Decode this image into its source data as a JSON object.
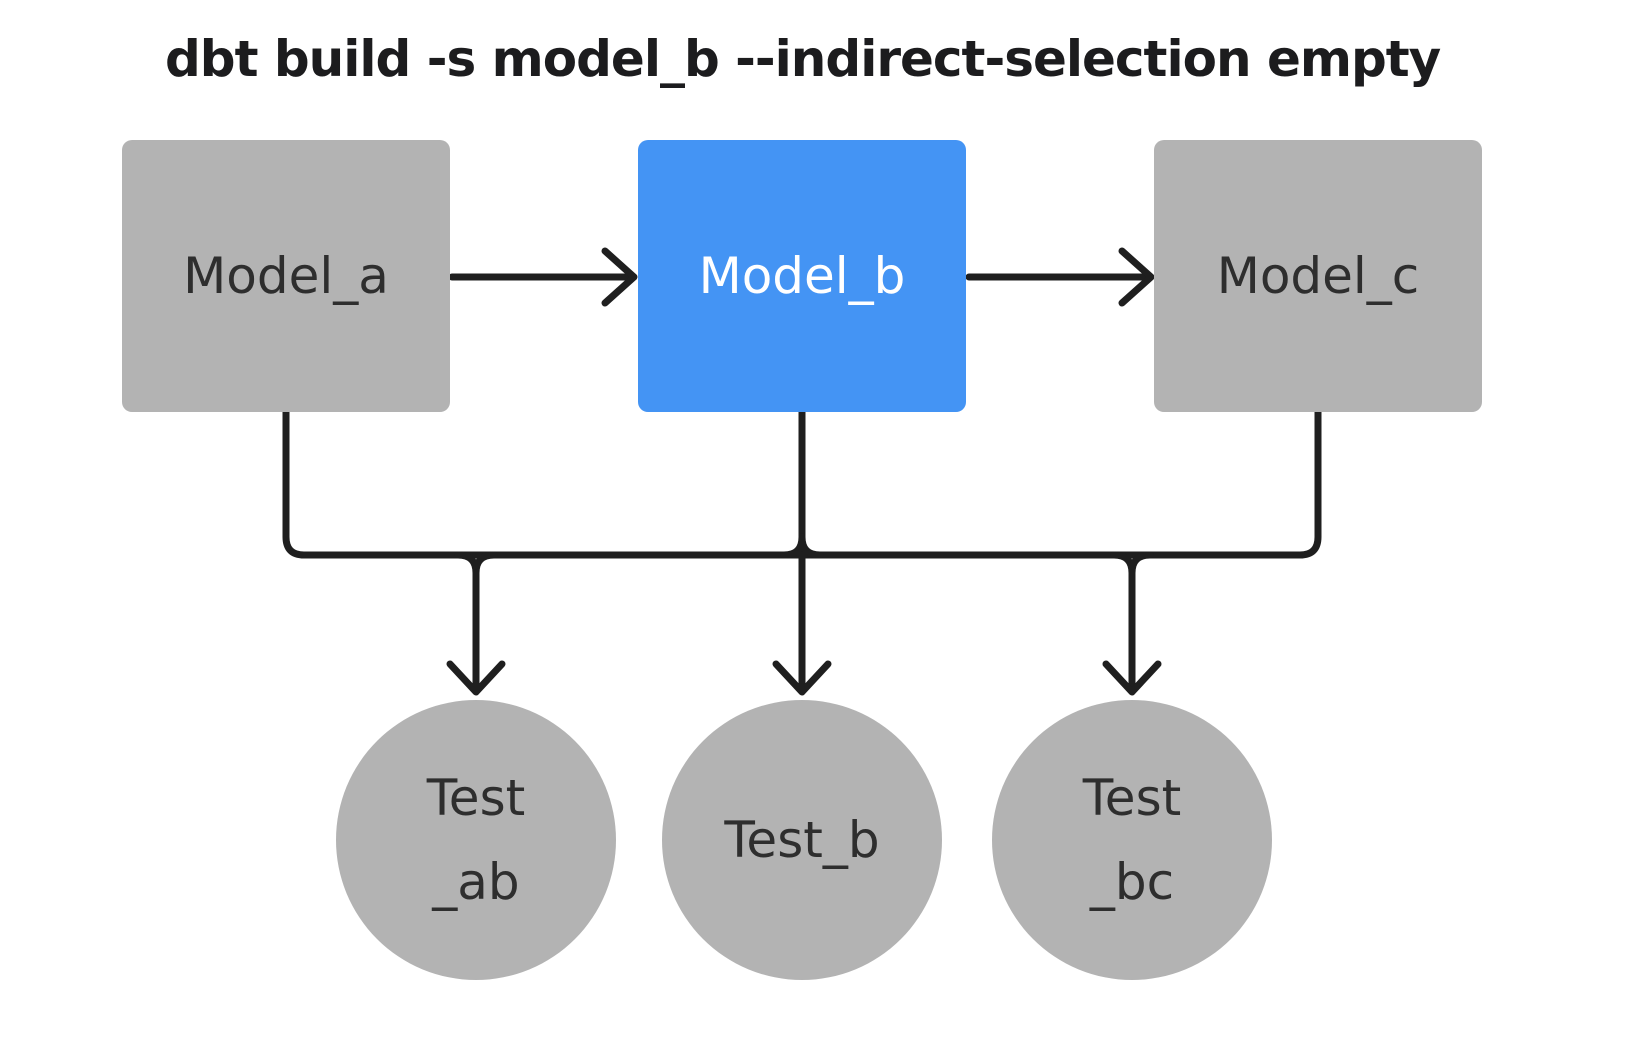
{
  "diagram": {
    "title": "dbt build -s model_b --indirect-selection empty",
    "models": [
      {
        "id": "model_a",
        "label": "Model_a",
        "state": "unselected"
      },
      {
        "id": "model_b",
        "label": "Model_b",
        "state": "selected"
      },
      {
        "id": "model_c",
        "label": "Model_c",
        "state": "unselected"
      }
    ],
    "tests": [
      {
        "id": "test_ab",
        "lines": [
          "Test",
          "_ab"
        ]
      },
      {
        "id": "test_b",
        "lines": [
          "Test_b"
        ]
      },
      {
        "id": "test_bc",
        "lines": [
          "Test",
          "_bc"
        ]
      }
    ],
    "edges": [
      {
        "from": "model_a",
        "to": "model_b"
      },
      {
        "from": "model_b",
        "to": "model_c"
      },
      {
        "from": "model_a",
        "to": "test_ab"
      },
      {
        "from": "model_b",
        "to": "test_ab"
      },
      {
        "from": "model_b",
        "to": "test_b"
      },
      {
        "from": "model_b",
        "to": "test_bc"
      },
      {
        "from": "model_c",
        "to": "test_bc"
      }
    ],
    "colors": {
      "selected_node": "#4494f4",
      "unselected_node": "#b3b3b3",
      "edge": "#1f1f1f",
      "text_dark": "#2e2e2e",
      "text_on_selected": "#ffffff",
      "background": "#ffffff"
    }
  }
}
